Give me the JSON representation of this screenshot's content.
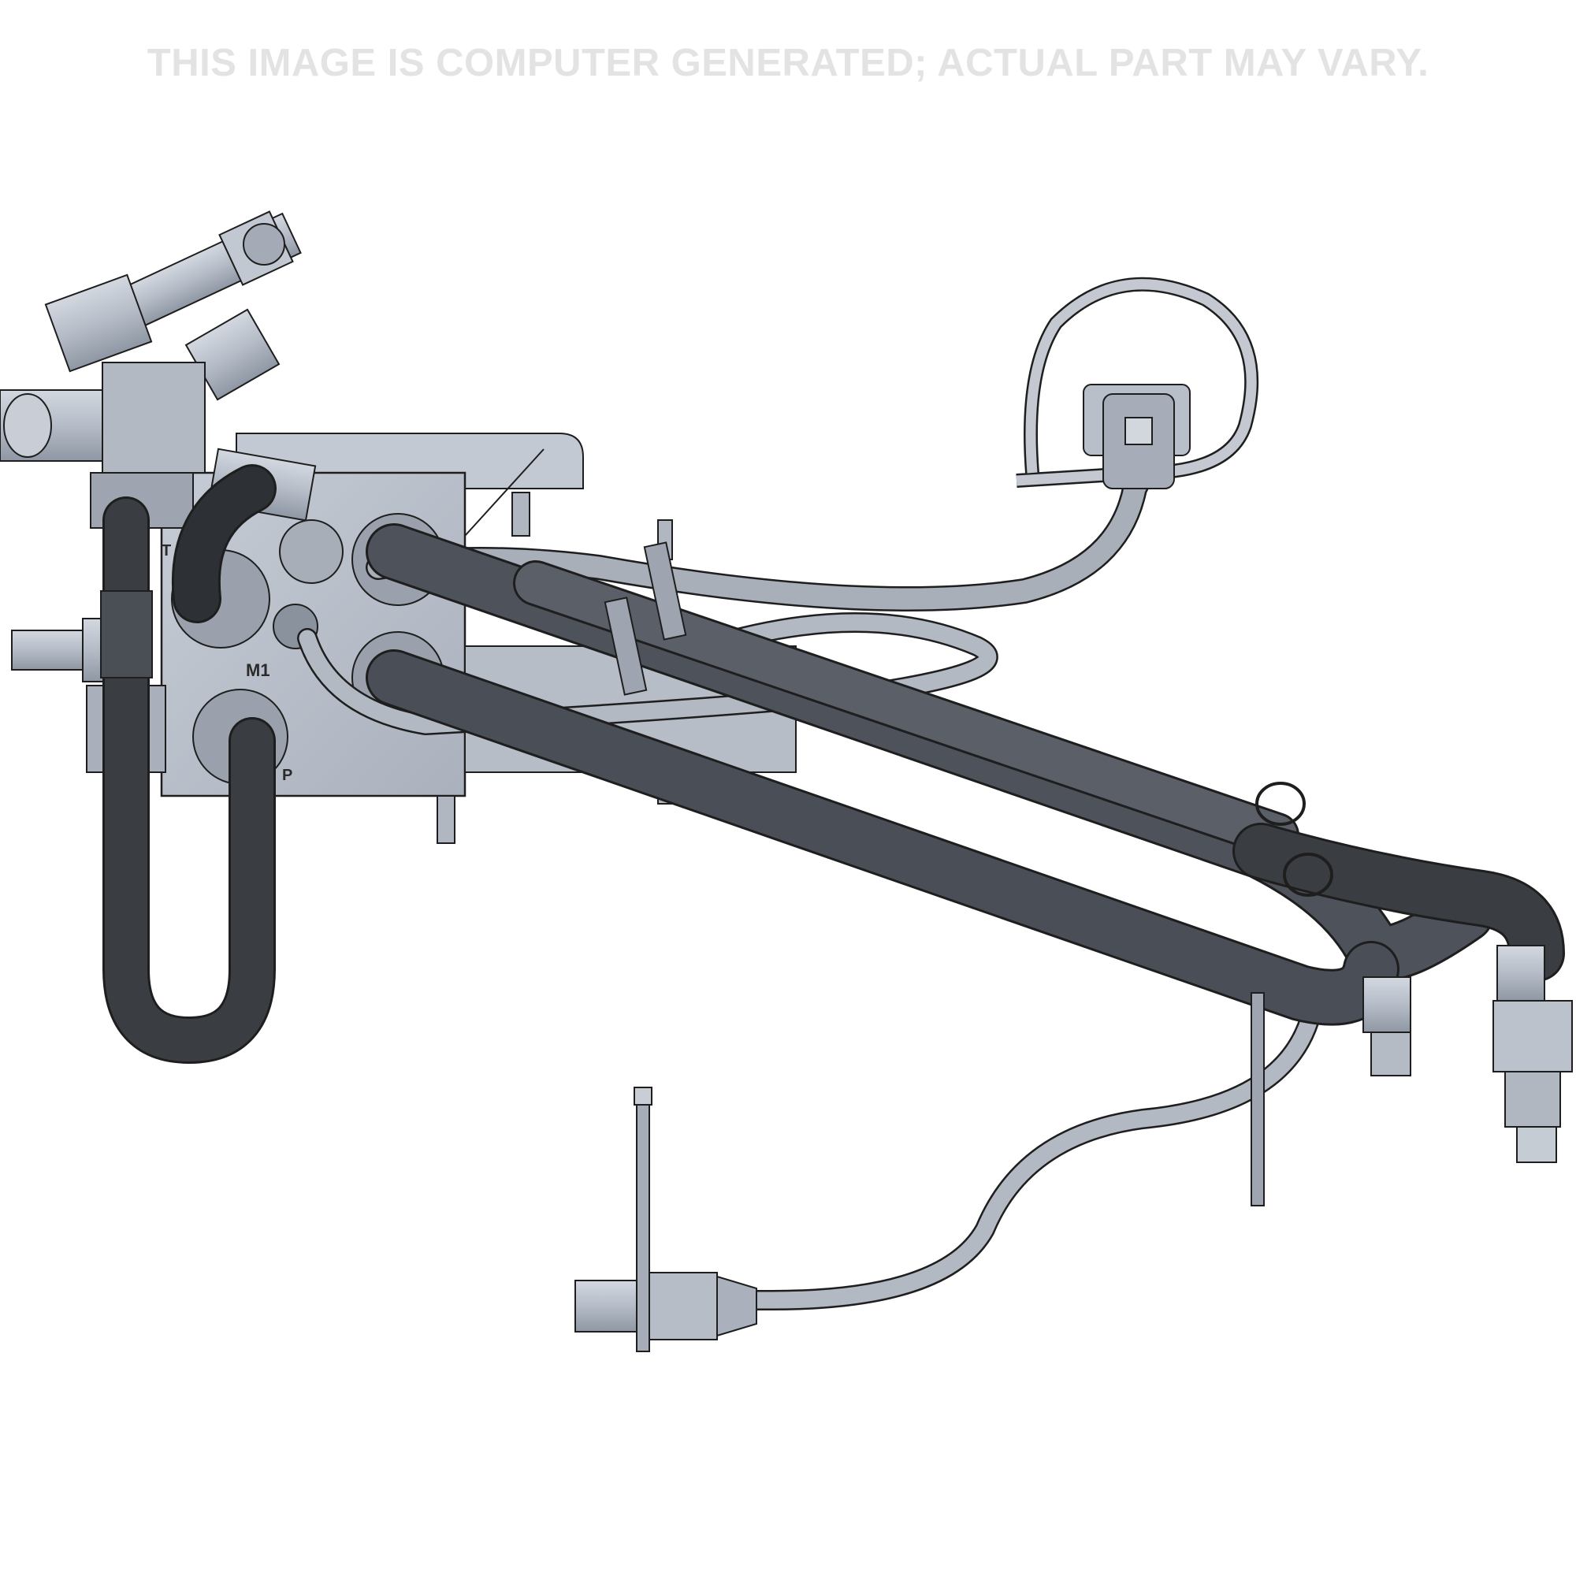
{
  "disclaimer": "THIS IMAGE IS COMPUTER GENERATED; ACTUAL PART MAY VARY.",
  "port_labels": {
    "t": "T",
    "m1": "M1",
    "p": "P"
  },
  "colors": {
    "background": "#ffffff",
    "metal": "#b9bfc9",
    "metal_dark": "#8e96a3",
    "hose_dark": "#3a3d42",
    "hose_light": "#a9afb8",
    "outline": "#1e1e1e",
    "disclaimer": "#e3e3e3"
  }
}
